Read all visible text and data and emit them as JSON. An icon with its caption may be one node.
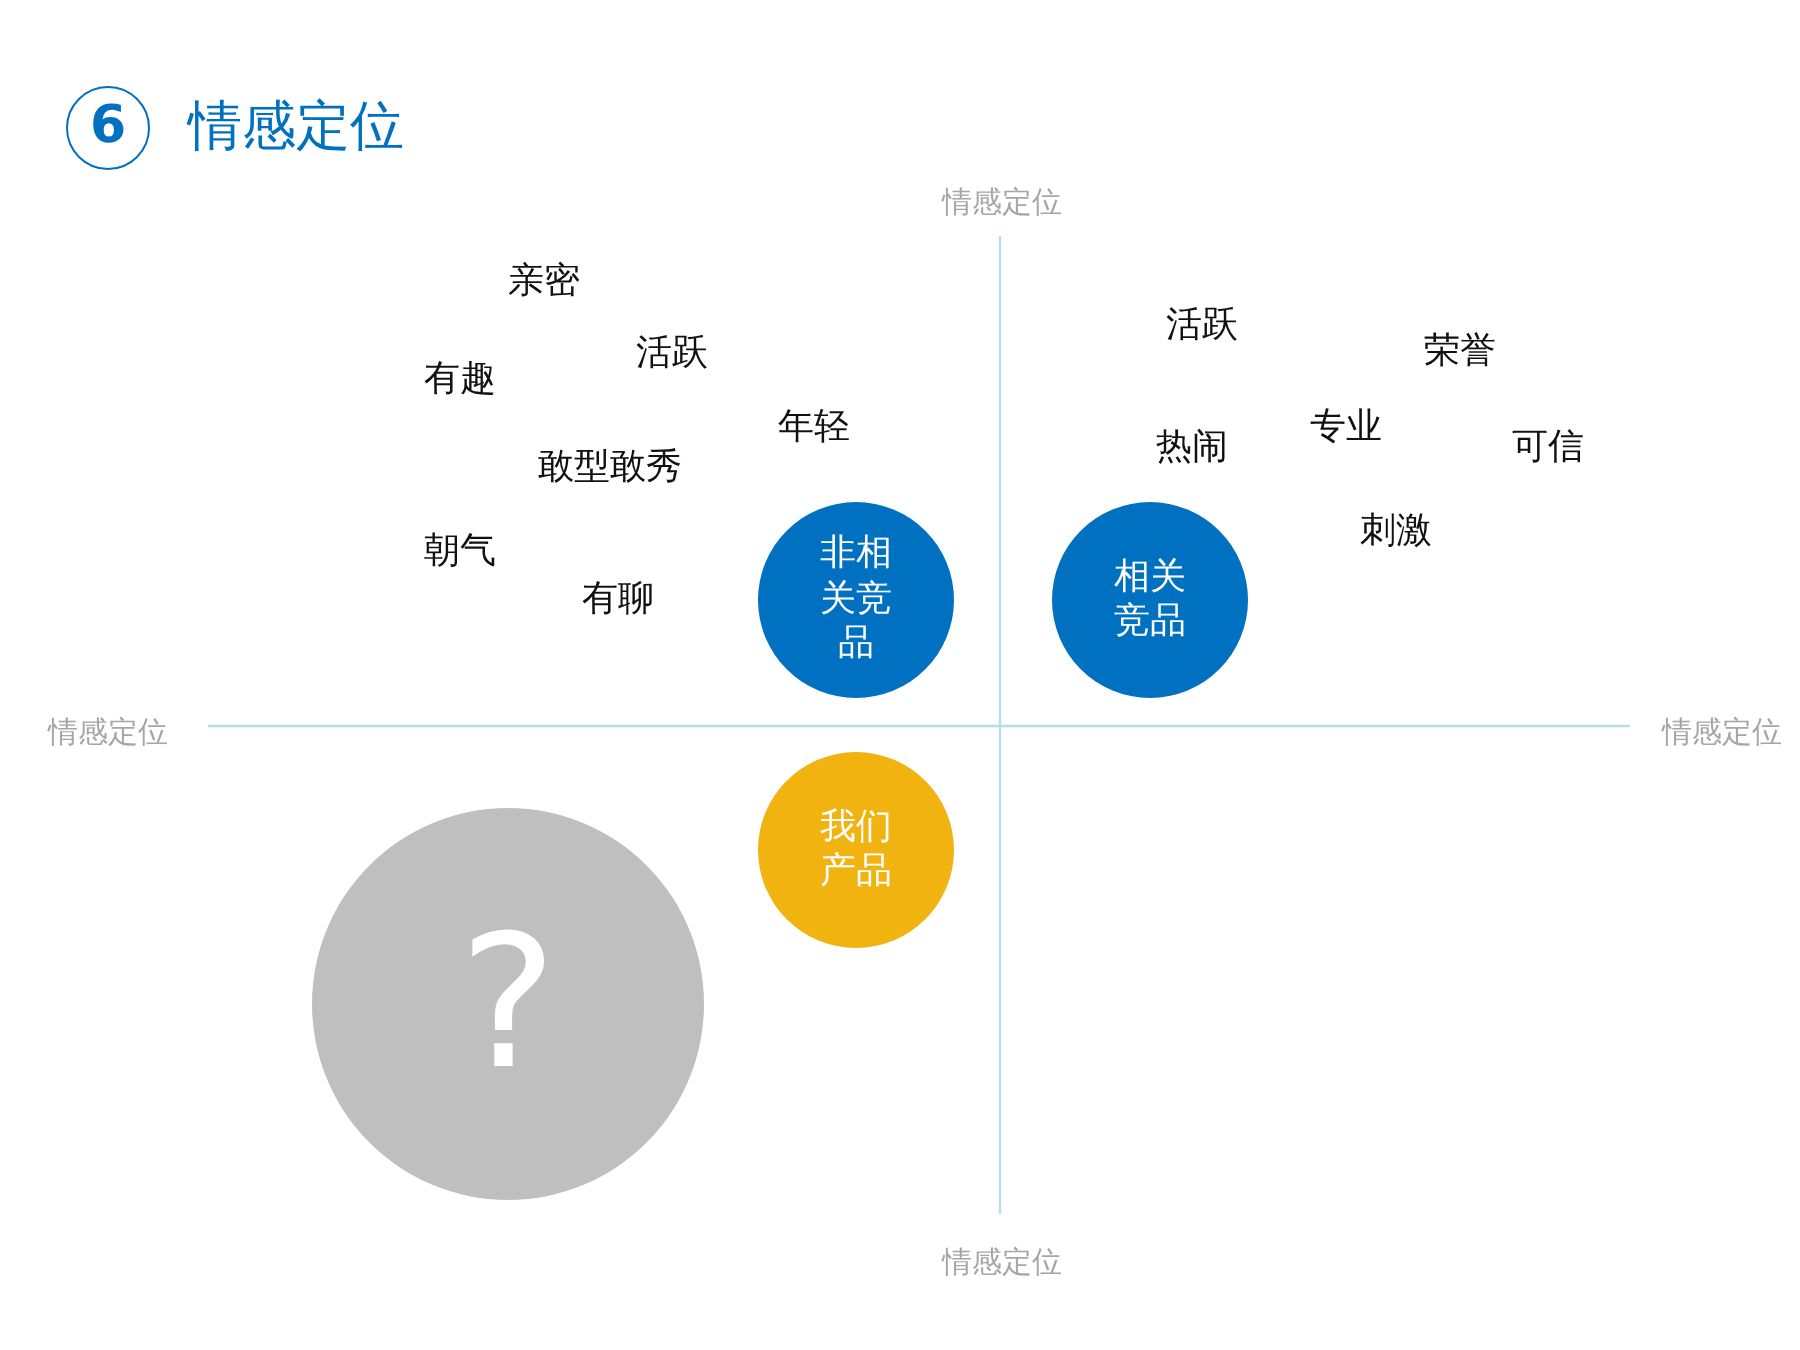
{
  "diagram": {
    "title": "情感定位",
    "nodes": [
      {
        "text": [
          "非相关竞品"
        ]
      },
      {
        "text": [
          "相关竞品"
        ]
      },
      {
        "text": [
          "我们产品"
        ]
      },
      {
        "text": [
          "?"
        ]
      }
    ],
    "labels": [
      "6",
      "情感定位",
      "亲密",
      "活跃",
      "有趣",
      "年轻",
      "敢型敢秀",
      "朝气",
      "有聊",
      "活跃",
      "荣誉",
      "专业",
      "热闹",
      "可信",
      "刺激",
      "情感定位",
      "情感定位",
      "情感定位"
    ]
  }
}
